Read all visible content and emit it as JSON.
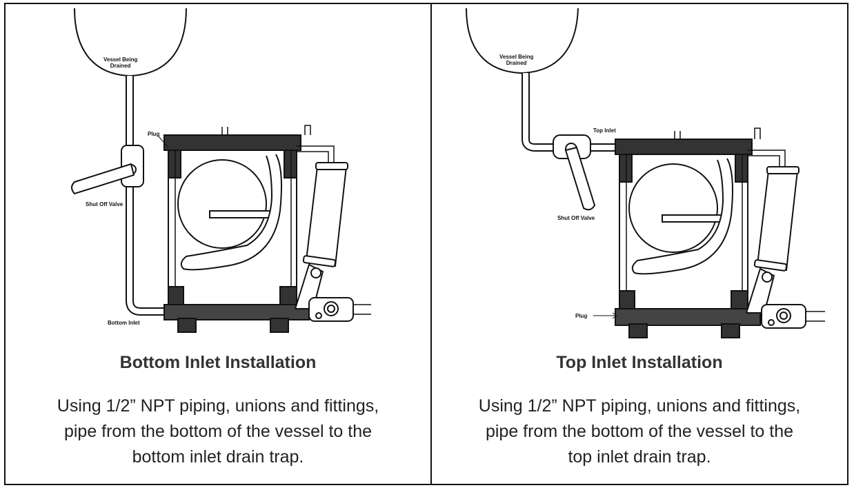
{
  "panels": {
    "bottom_inlet": {
      "heading": "Bottom Inlet Installation",
      "description_lines": [
        "Using 1/2” NPT piping, unions and fittings,",
        "pipe from the bottom of the vessel to the",
        "bottom inlet drain trap."
      ],
      "labels": {
        "vessel_line1": "Vessel Being",
        "vessel_line2": "Drained",
        "plug": "Plug",
        "shut_off_valve": "Shut Off Valve",
        "bottom_inlet": "Bottom Inlet"
      }
    },
    "top_inlet": {
      "heading": "Top Inlet Installation",
      "description_lines": [
        "Using 1/2” NPT piping, unions and fittings,",
        "pipe from the bottom of the vessel to the",
        "top inlet drain trap."
      ],
      "labels": {
        "vessel_line1": "Vessel Being",
        "vessel_line2": "Drained",
        "top_inlet": "Top Inlet",
        "shut_off_valve": "Shut Off Valve",
        "plug": "Plug"
      }
    }
  }
}
